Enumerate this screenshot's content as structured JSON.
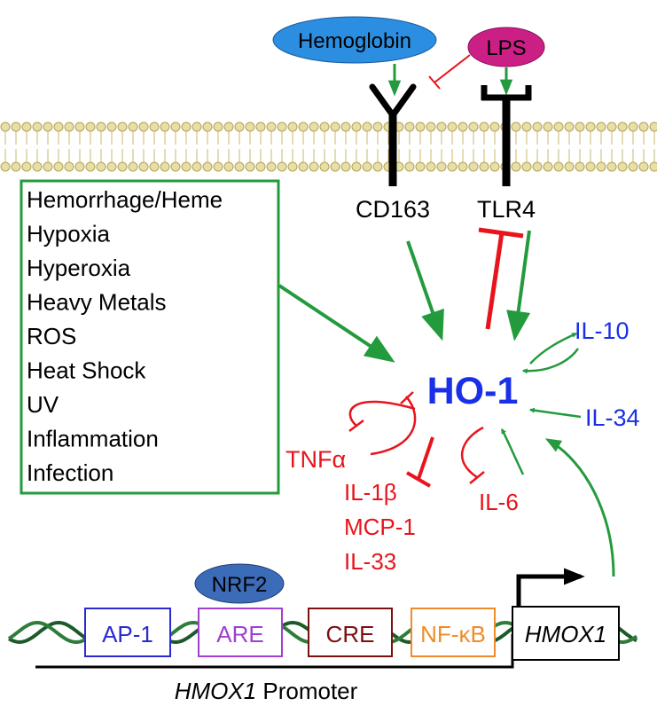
{
  "ligands": {
    "hemoglobin": "Hemoglobin",
    "lps": "LPS"
  },
  "receptors": {
    "cd163": "CD163",
    "tlr4": "TLR4"
  },
  "stimuli": [
    "Hemorrhage/Heme",
    "Hypoxia",
    "Hyperoxia",
    "Heavy Metals",
    "ROS",
    "Heat Shock",
    "UV",
    "Inflammation",
    "Infection"
  ],
  "center": "HO-1",
  "anti_inflammatory": {
    "il10": "IL-10",
    "il34": "IL-34"
  },
  "pro_inflammatory": {
    "tnfa": "TNFα",
    "il1b": "IL-1β",
    "mcp1": "MCP-1",
    "il33": "IL-33",
    "il6": "IL-6"
  },
  "transcription_factor": "NRF2",
  "promoter_elements": [
    {
      "label": "AP-1",
      "color": "#2a2ad0"
    },
    {
      "label": "ARE",
      "color": "#a040d0"
    },
    {
      "label": "CRE",
      "color": "#7a1010"
    },
    {
      "label": "NF-κB",
      "color": "#ef8c2a"
    }
  ],
  "gene": "HMOX1",
  "promoter_label": {
    "gene": "HMOX1",
    "suffix": " Promoter"
  },
  "colors": {
    "activation": "#239b3c",
    "inhibition": "#e8141c",
    "blue_text": "#1a2fe8",
    "hemoglobin_fill": "#2b8ee0",
    "lps_fill": "#cc1f86",
    "nrf2_fill": "#3c6cb8",
    "membrane": "#e0d6a0"
  }
}
